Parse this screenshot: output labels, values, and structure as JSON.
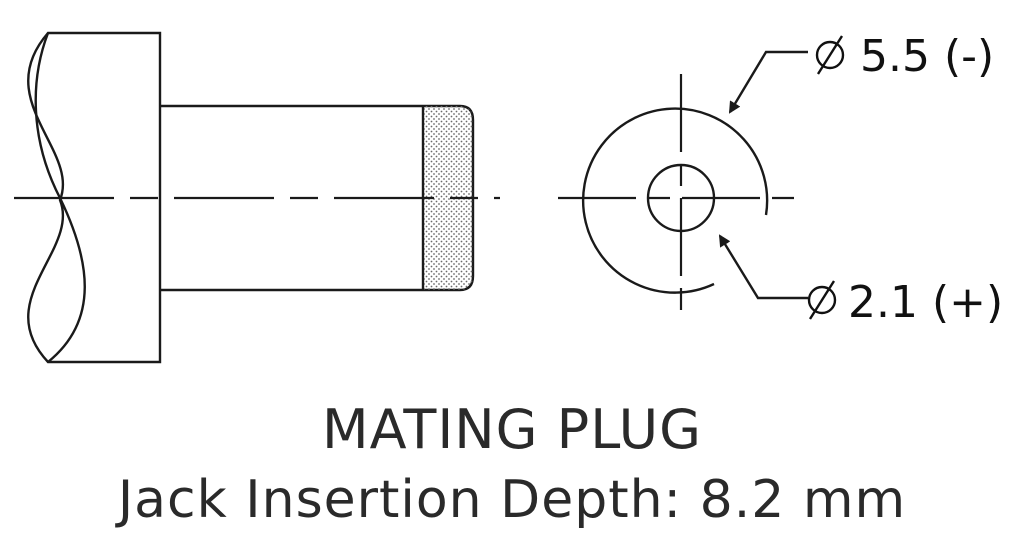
{
  "diagram": {
    "title": "MATING PLUG",
    "subtitle": "Jack Insertion Depth: 8.2 mm",
    "dimensions": {
      "outer": {
        "value": "5.5 (-)"
      },
      "inner": {
        "value": "2.1 (+)"
      }
    }
  },
  "colors": {
    "line": "#1a1a1a",
    "text": "#2a2a2a",
    "hatch": "#6a6a6a"
  }
}
